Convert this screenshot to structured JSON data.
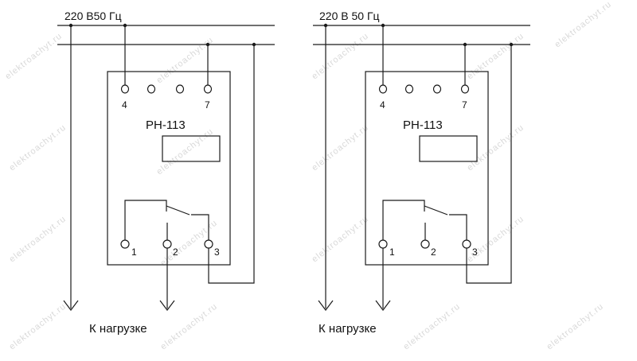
{
  "supply_label_left": "220 В50 Гц",
  "supply_label_right": "220 В 50 Гц",
  "relays": [
    {
      "model": "РН-113",
      "terminals_top": [
        "4",
        "7"
      ],
      "terminals_bottom": [
        "1",
        "2",
        "3"
      ],
      "load_label": "К нагрузке"
    },
    {
      "model": "РН-113",
      "terminals_top": [
        "4",
        "7"
      ],
      "terminals_bottom": [
        "1",
        "2",
        "3"
      ],
      "load_label": "К нагрузке"
    }
  ],
  "watermark": "elektroachyt.ru"
}
